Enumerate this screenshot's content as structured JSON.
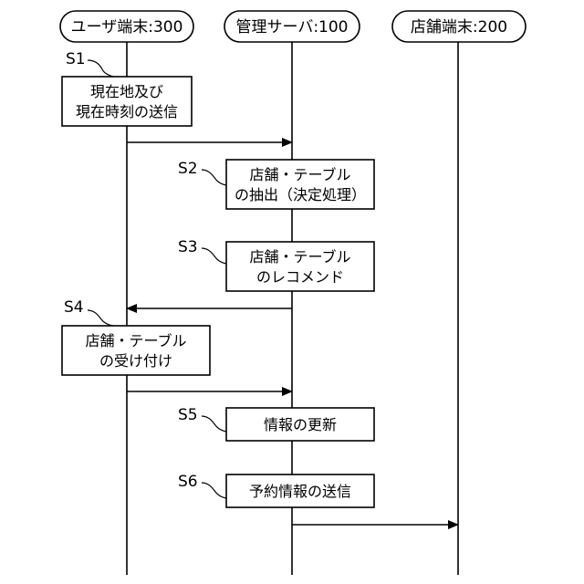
{
  "actors": [
    {
      "id": "user",
      "label": "ユーザ端末:300"
    },
    {
      "id": "server",
      "label": "管理サーバ:100"
    },
    {
      "id": "store",
      "label": "店舗端末:200"
    }
  ],
  "steps": [
    {
      "id": "S1",
      "label": "S1",
      "lines": [
        "現在地及び",
        "現在時刻の送信"
      ]
    },
    {
      "id": "S2",
      "label": "S2",
      "lines": [
        "店舗・テーブル",
        "の抽出（決定処理）"
      ]
    },
    {
      "id": "S3",
      "label": "S3",
      "lines": [
        "店舗・テーブル",
        "のレコメンド"
      ]
    },
    {
      "id": "S4",
      "label": "S4",
      "lines": [
        "店舗・テーブル",
        "の受け付け"
      ]
    },
    {
      "id": "S5",
      "label": "S5",
      "lines": [
        "情報の更新"
      ]
    },
    {
      "id": "S6",
      "label": "S6",
      "lines": [
        "予約情報の送信"
      ]
    }
  ],
  "messages": [
    {
      "id": "m1",
      "from": "user",
      "to": "server"
    },
    {
      "id": "m2",
      "from": "server",
      "to": "user"
    },
    {
      "id": "m3",
      "from": "user",
      "to": "server"
    },
    {
      "id": "m4",
      "from": "server",
      "to": "store"
    }
  ]
}
